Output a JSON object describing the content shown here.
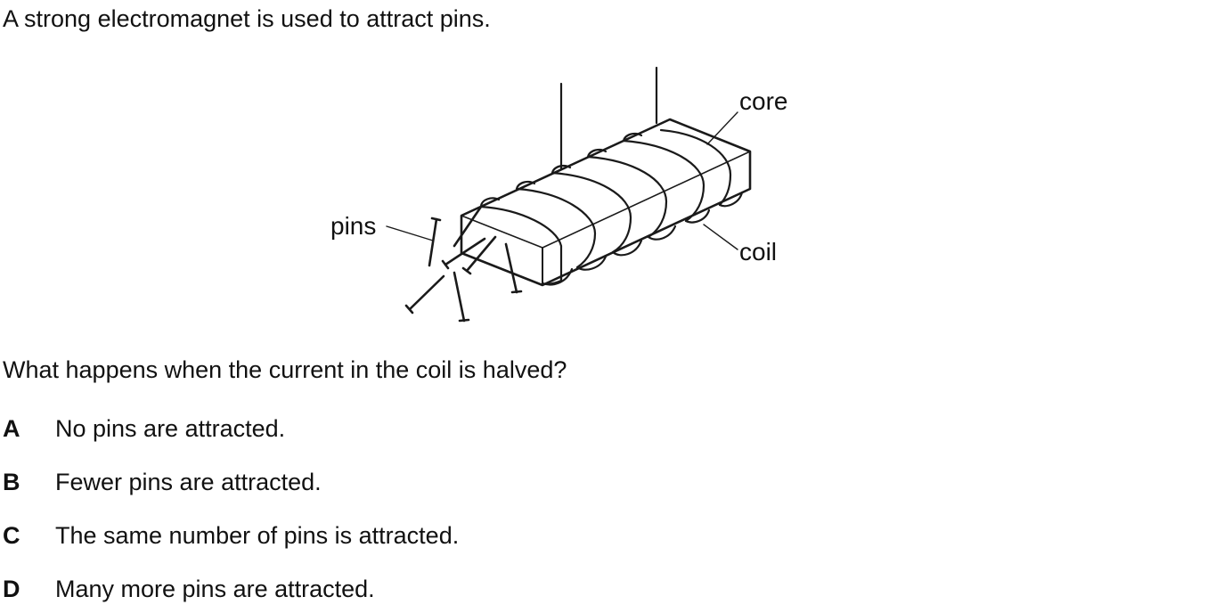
{
  "question": {
    "intro": "A strong electromagnet is used to attract pins.",
    "prompt": "What happens when the current in the coil is halved?"
  },
  "diagram": {
    "labels": {
      "core": "core",
      "coil": "coil",
      "pins": "pins"
    }
  },
  "options": [
    {
      "letter": "A",
      "text": "No pins are attracted."
    },
    {
      "letter": "B",
      "text": "Fewer pins are attracted."
    },
    {
      "letter": "C",
      "text": "The same number of pins is attracted."
    },
    {
      "letter": "D",
      "text": "Many more pins are attracted."
    }
  ]
}
